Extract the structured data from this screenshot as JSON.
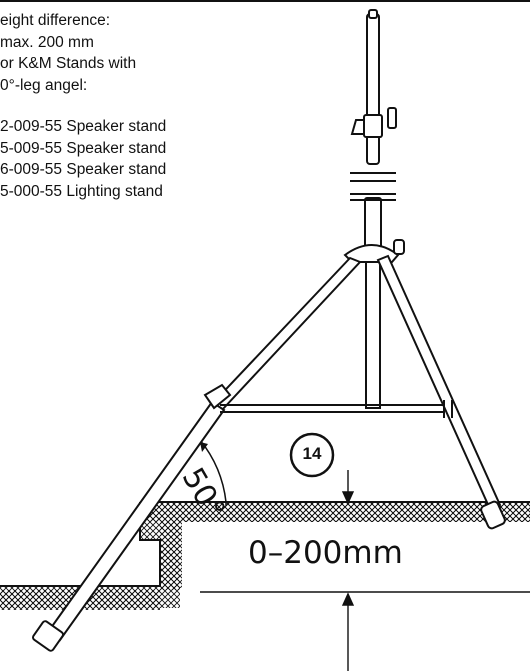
{
  "notes": {
    "lines": [
      "eight difference:",
      "max. 200 mm",
      "or K&M Stands with",
      "0°-leg angel:"
    ],
    "products": [
      "2-009-55 Speaker stand",
      "5-009-55 Speaker stand",
      "6-009-55 Speaker stand",
      "5-000-55 Lighting stand"
    ]
  },
  "diagram": {
    "badge": "14",
    "angle_label": "50°",
    "dimension_label": "0–200mm"
  }
}
